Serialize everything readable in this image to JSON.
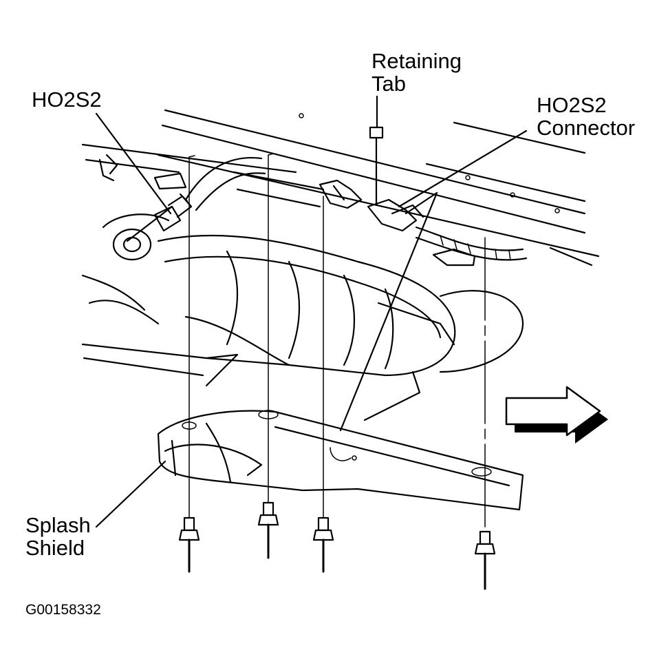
{
  "labels": {
    "ho2s2": "HO2S2",
    "retaining_tab_line1": "Retaining",
    "retaining_tab_line2": "Tab",
    "connector_line1": "HO2S2",
    "connector_line2": "Connector",
    "splash_line1": "Splash",
    "splash_line2": "Shield"
  },
  "figure_id": "G00158332"
}
